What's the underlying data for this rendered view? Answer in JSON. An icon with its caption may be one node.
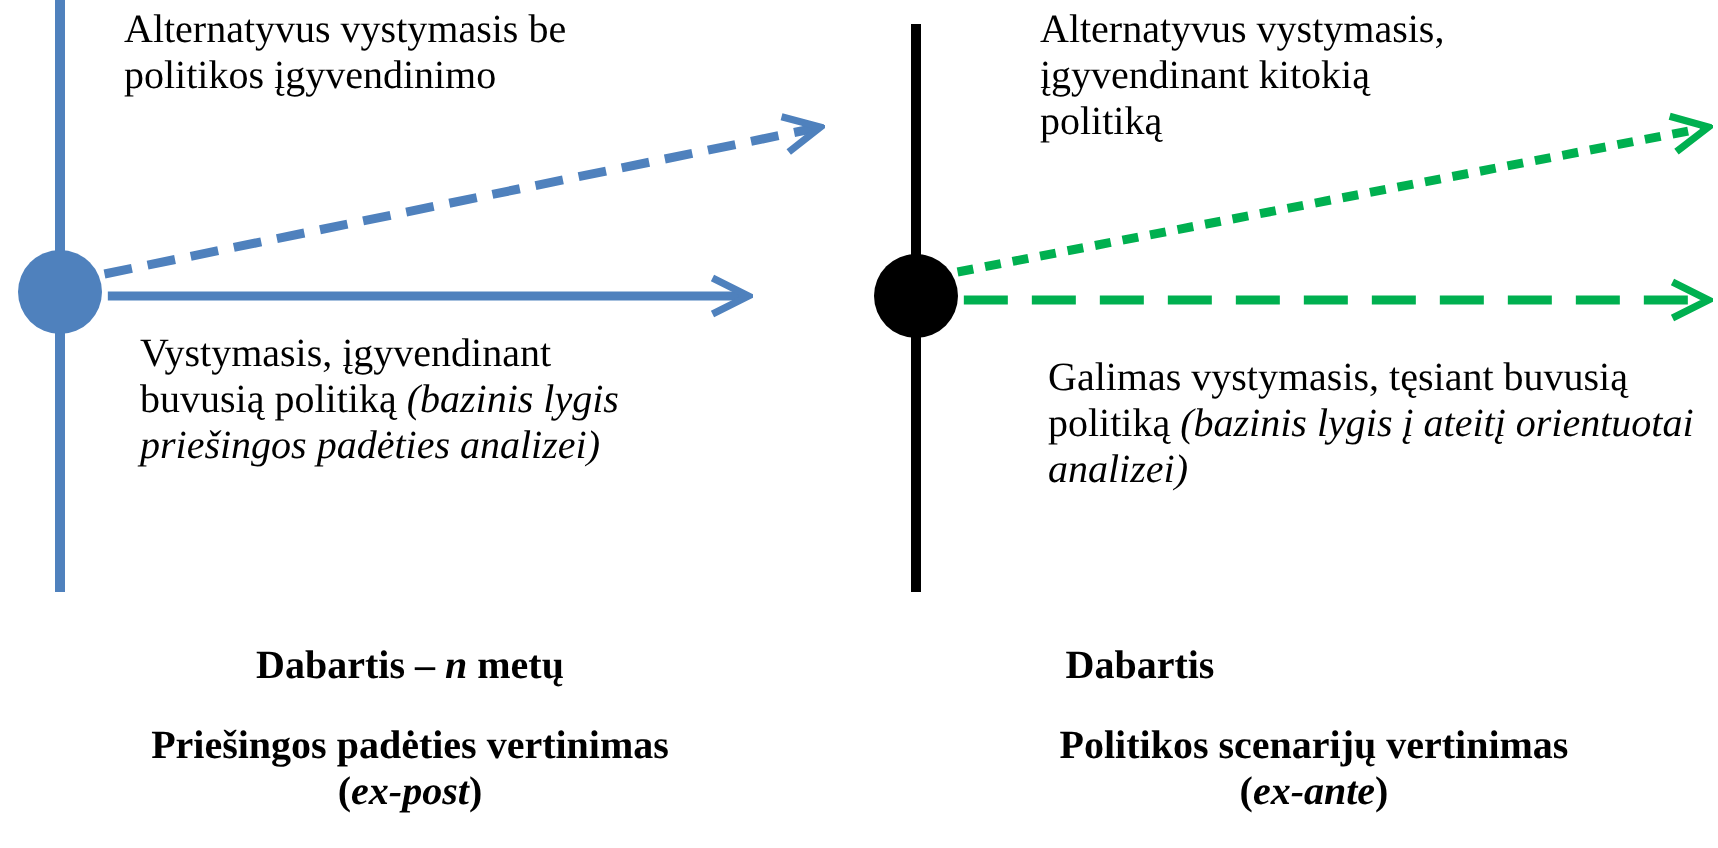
{
  "diagram": {
    "nodes": [
      {
        "text": [],
        "shape": "circle"
      },
      {
        "text": [],
        "shape": "circle"
      }
    ],
    "edges": [
      {
        "from": 0,
        "to": null,
        "arrow": "to",
        "style": "dashed",
        "color": "#4f81bd",
        "label": "Alternatyvus vystymasis be politikos įgyvendinimo"
      },
      {
        "from": 0,
        "to": null,
        "arrow": "to",
        "color": "#4f81bd",
        "label": "Vystymasis, įgyvendinant buvusią politiką *(bazinis lygis priešingos padėties analizei)*"
      },
      {
        "from": 1,
        "to": null,
        "arrow": "to",
        "style": "dashed",
        "color": "#00b050",
        "label": "Alternatyvus vystymasis, įgyvendinant kitokią politiką"
      },
      {
        "from": 1,
        "to": null,
        "arrow": "to",
        "style": "dashed",
        "color": "#00b050",
        "label": "Galimas vystymasis, tęsiant buvusią politiką *(bazinis lygis į ateitį orientuotai analizei)*"
      }
    ],
    "labels": [
      "Dabartis – *n* metų",
      "Dabartis",
      "Priešingos padėties vertinimas (*ex-post*)",
      "Politikos scenarijų vertinimas (*ex-ante*)"
    ]
  }
}
